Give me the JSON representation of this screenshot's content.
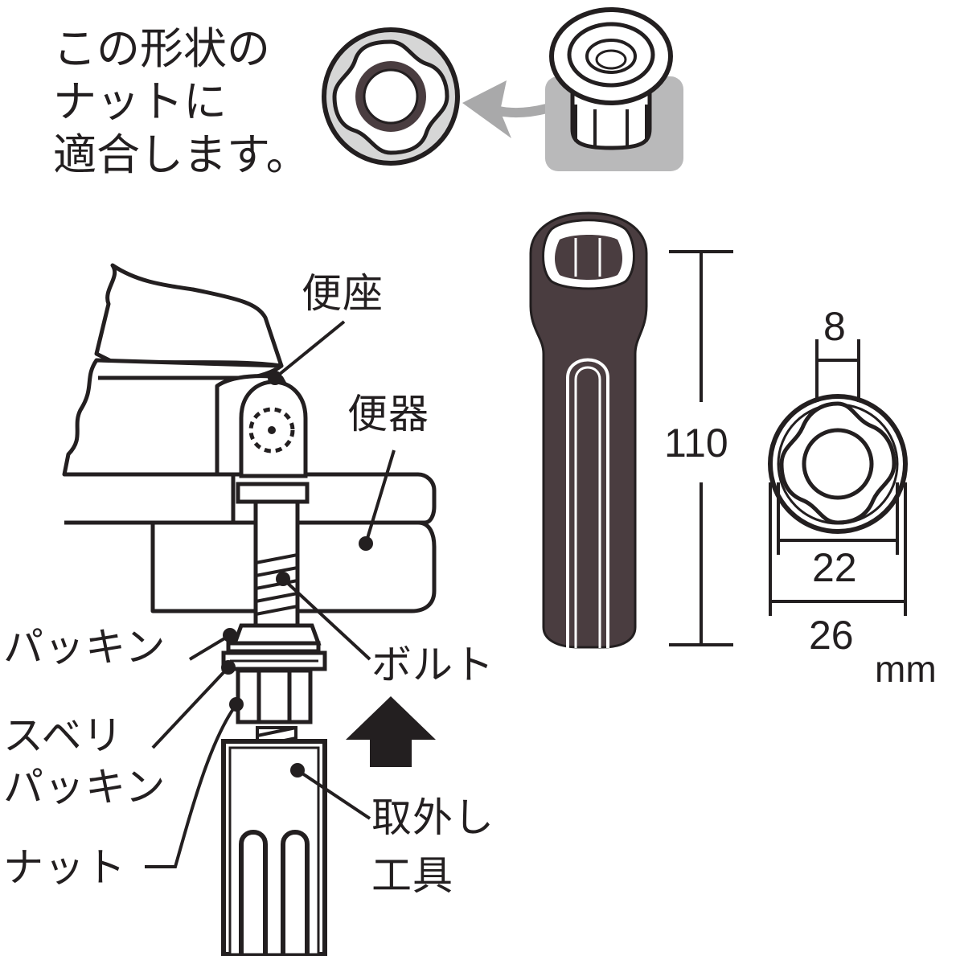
{
  "intro": {
    "lines": [
      "この形状の",
      "ナットに",
      "適合します。"
    ]
  },
  "labels": {
    "seat": "便座",
    "bowl": "便器",
    "packing": "パッキン",
    "bolt": "ボルト",
    "slip_packing_1": "スベリ",
    "slip_packing_2": "パッキン",
    "nut": "ナット",
    "tool_1": "取外し",
    "tool_2": "工具"
  },
  "dimensions": {
    "length": "110",
    "inner": "8",
    "small_diameter": "22",
    "outer_diameter": "26",
    "unit": "mm"
  },
  "colors": {
    "tool_body": "#4a3d40",
    "line": "#231f20",
    "panel_gray": "#b9b9ba",
    "nut_gray": "#d6d6d6"
  }
}
